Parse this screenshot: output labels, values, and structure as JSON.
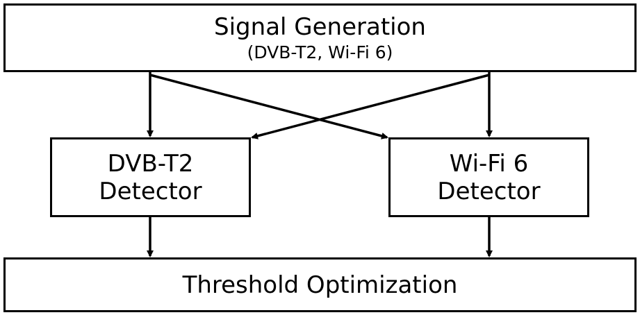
{
  "diagram": {
    "signal_generation": {
      "title": "Signal Generation",
      "subtitle": "(DVB-T2, Wi-Fi 6)"
    },
    "dvb_detector": {
      "line1": "DVB-T2",
      "line2": "Detector"
    },
    "wifi_detector": {
      "line1": "Wi-Fi 6",
      "line2": "Detector"
    },
    "threshold_optimization": {
      "title": "Threshold Optimization"
    },
    "colors": {
      "stroke": "#000000",
      "background": "#ffffff"
    }
  }
}
